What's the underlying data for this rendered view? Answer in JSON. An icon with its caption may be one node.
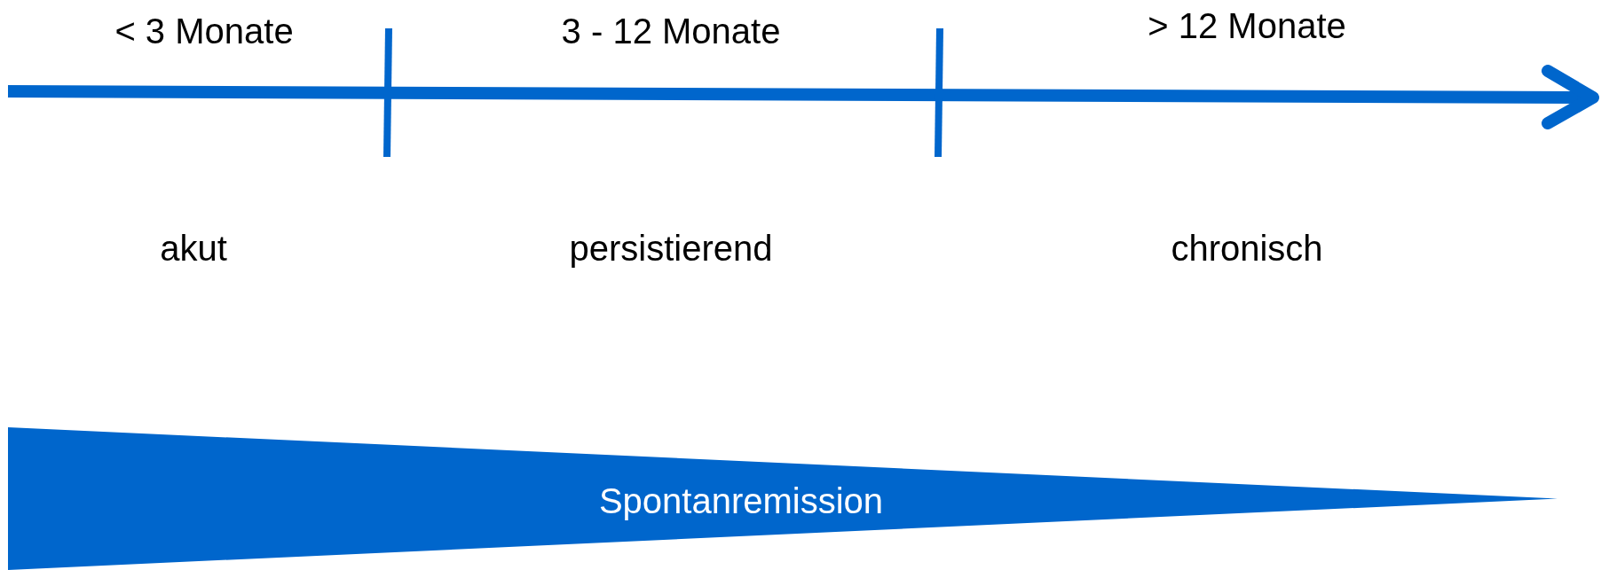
{
  "diagram": {
    "nodes": [
      {
        "text": [
          "Spontanremission"
        ]
      }
    ],
    "labels": [
      "< 3 Monate",
      "3 - 12 Monate",
      "> 12 Monate",
      "akut",
      "persistierend",
      "chronisch"
    ]
  }
}
